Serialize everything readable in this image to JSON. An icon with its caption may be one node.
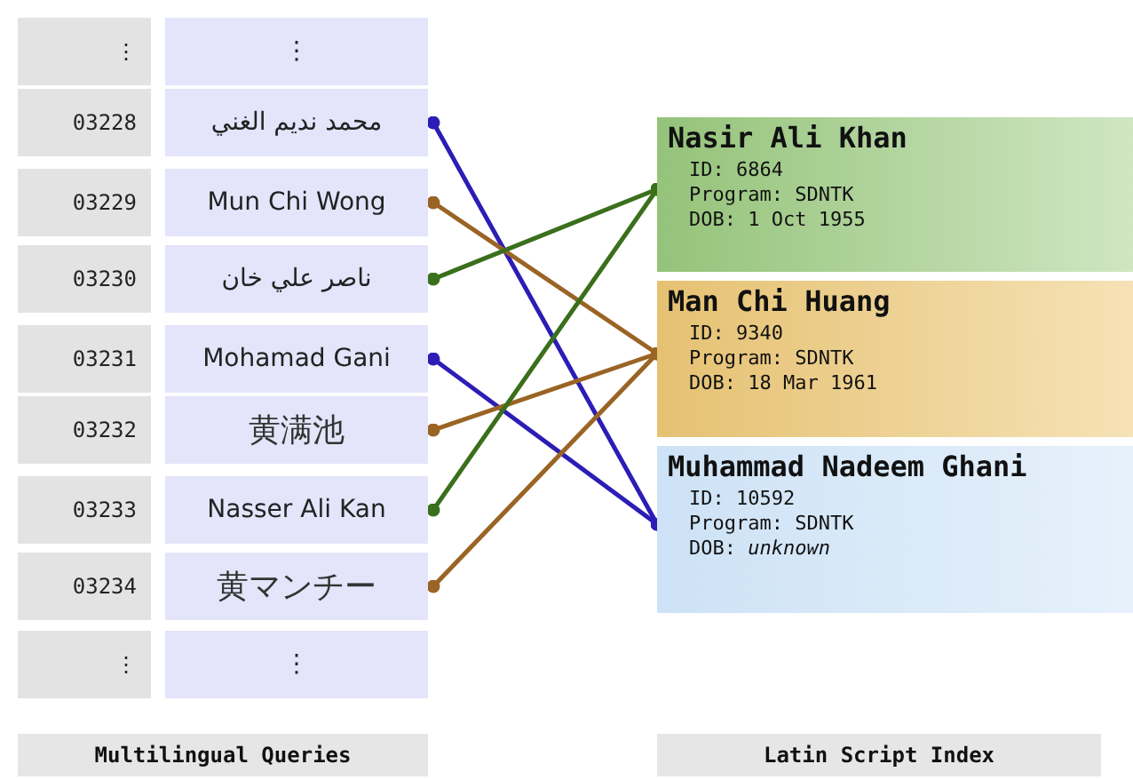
{
  "diagram": {
    "nodes": [
      {
        "text": [
          "⋮"
        ]
      },
      {
        "text": [
          "⋮"
        ]
      },
      {
        "text": [
          "03228"
        ]
      },
      {
        "text": [
          "محمد نديم الغني"
        ]
      },
      {
        "text": [
          "03229"
        ]
      },
      {
        "text": [
          "Mun Chi Wong"
        ]
      },
      {
        "text": [
          "03230"
        ]
      },
      {
        "text": [
          "ناصر علي خان"
        ]
      },
      {
        "text": [
          "03231"
        ]
      },
      {
        "text": [
          "Mohamad Gani"
        ]
      },
      {
        "text": [
          "03232"
        ]
      },
      {
        "text": [
          "黄满池"
        ]
      },
      {
        "text": [
          "03233"
        ]
      },
      {
        "text": [
          "Nasser Ali Kan"
        ]
      },
      {
        "text": [
          "03234"
        ]
      },
      {
        "text": [
          "黄マンチー"
        ]
      },
      {
        "text": [
          "⋮"
        ]
      },
      {
        "text": [
          "⋮"
        ]
      },
      {
        "text": [
          "Nasir Ali Khan",
          "ID: 6864",
          "Program: SDNTK",
          "DOB: 1 Oct 1955"
        ]
      },
      {
        "text": [
          "Man Chi Huang",
          "ID: 9340",
          "Program: SDNTK",
          "DOB: 18 Mar 1961"
        ]
      },
      {
        "text": [
          "Muhammad Nadeem Ghani",
          "ID: 10592",
          "Program: SDNTK",
          "DOB: *unknown*"
        ]
      },
      {
        "text": [
          "Multilingual Queries"
        ]
      },
      {
        "text": [
          "Latin Script Index"
        ]
      }
    ],
    "edges": [
      {
        "from": 3,
        "to": 20,
        "arrow": "other",
        "color": "#2b1db5"
      },
      {
        "from": 5,
        "to": 19,
        "arrow": "other",
        "color": "#9a6425"
      },
      {
        "from": 7,
        "to": 18,
        "arrow": "other",
        "color": "#3a6f1c"
      },
      {
        "from": 9,
        "to": 20,
        "arrow": "other",
        "color": "#2b1db5"
      },
      {
        "from": 11,
        "to": 19,
        "arrow": "other",
        "color": "#9a6425"
      },
      {
        "from": 13,
        "to": 18,
        "arrow": "other",
        "color": "#3a6f1c"
      },
      {
        "from": 15,
        "to": 19,
        "arrow": "other",
        "color": "#9a6425"
      }
    ]
  }
}
